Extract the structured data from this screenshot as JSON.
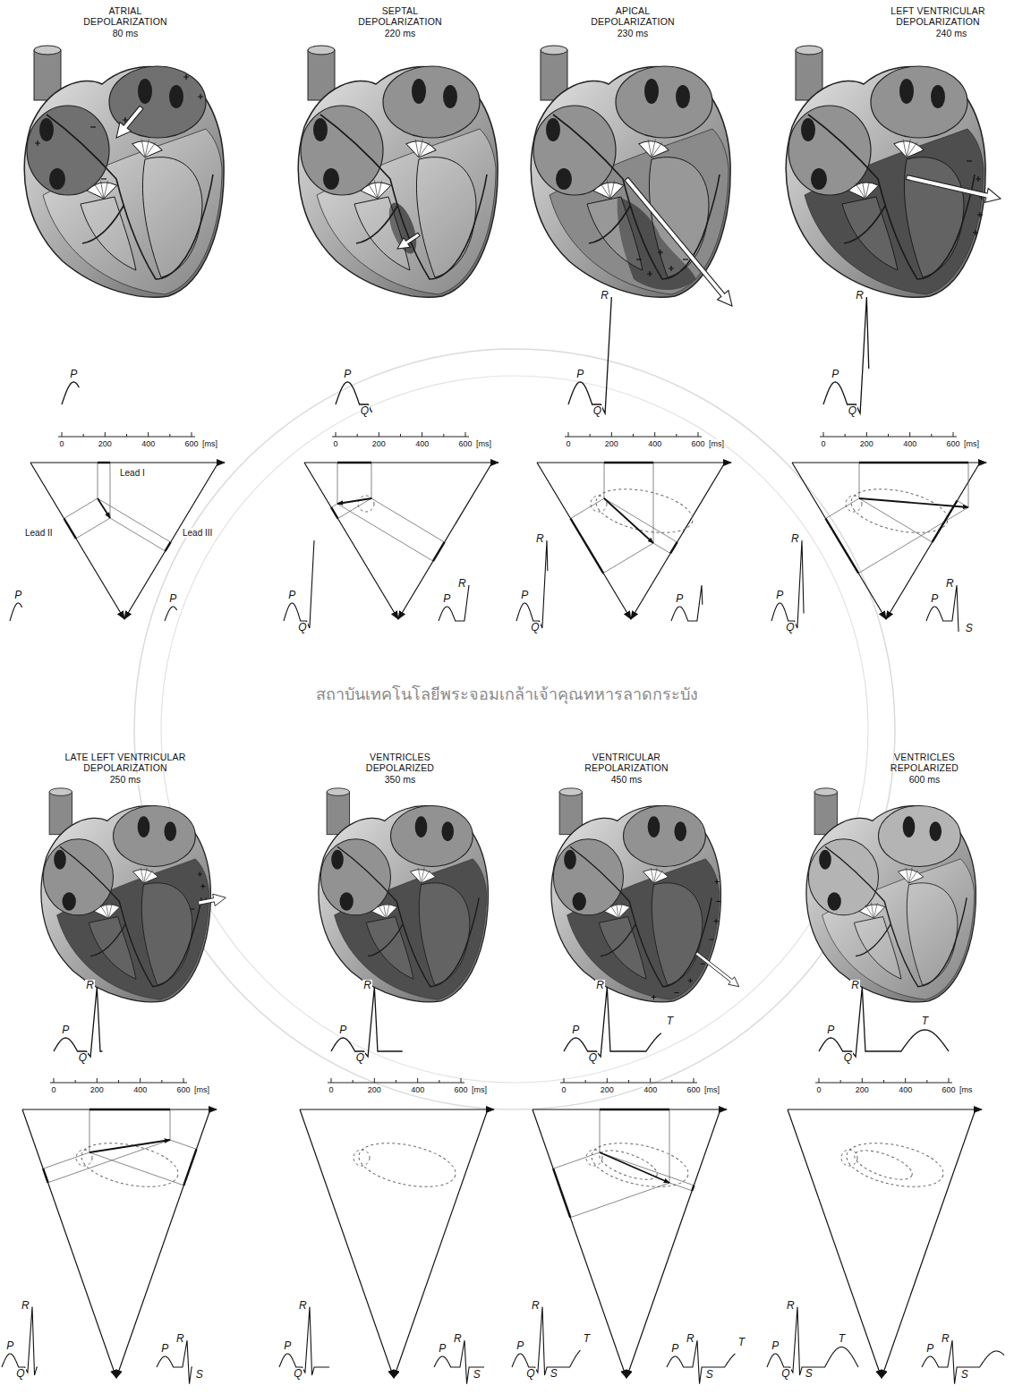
{
  "diagram": {
    "labels": [
      "ATRIAL DEPOLARIZATION",
      "80 ms",
      "P",
      "0",
      "200",
      "400",
      "600",
      "[ms]",
      "Lead I",
      "Lead II",
      "Lead III",
      "P",
      "P",
      "SEPTAL DEPOLARIZATION",
      "220 ms",
      "P",
      "Q",
      "0",
      "200",
      "400",
      "600",
      "[ms]",
      "R",
      "P",
      "Q",
      "P",
      "APICAL DEPOLARIZATION",
      "230 ms",
      "R",
      "P",
      "Q",
      "0",
      "200",
      "400",
      "600",
      "[ms]",
      "R",
      "P",
      "Q",
      "P",
      "LEFT VENTRICULAR DEPOLARIZATION",
      "240 ms",
      "R",
      "P",
      "Q",
      "0",
      "200",
      "400",
      "600",
      "[ms]",
      "R",
      "P",
      "Q",
      "R",
      "P",
      "S",
      "LATE LEFT VENTRICULAR DEPOLARIZATION",
      "250 ms",
      "R",
      "P",
      "Q",
      "0",
      "200",
      "400",
      "600",
      "[ms]",
      "R",
      "P",
      "Q",
      "R",
      "P",
      "S",
      "VENTRICLES DEPOLARIZED",
      "350 ms",
      "R",
      "P",
      "Q",
      "0",
      "200",
      "400",
      "600",
      "[ms]",
      "R",
      "P",
      "Q",
      "R",
      "P",
      "S",
      "VENTRICULAR REPOLARIZATION",
      "450 ms",
      "T",
      "R",
      "P",
      "Q",
      "0",
      "200",
      "400",
      "600",
      "[ms]",
      "R",
      "P",
      "Q",
      "S",
      "T",
      "R",
      "P",
      "S",
      "T",
      "VENTRICLES REPOLARIZED",
      "600 ms",
      "R",
      "T",
      "P",
      "Q",
      "0",
      "200",
      "400",
      "600",
      "[ms",
      "R",
      "P",
      "Q",
      "S",
      "T",
      "R",
      "P",
      "S",
      "สถาบันเทคโนโลยีพระจอมเกล้าเจ้าคุณทหารลาดกระบัง"
    ]
  }
}
